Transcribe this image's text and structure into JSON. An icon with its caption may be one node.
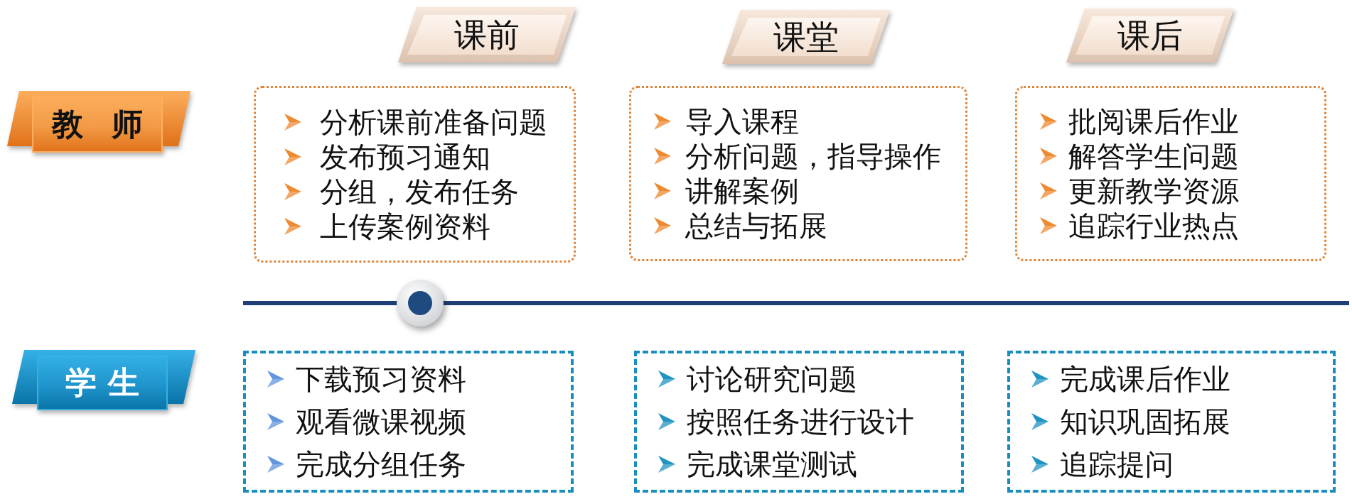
{
  "diagram": {
    "nodes": [
      {
        "text": [
          "课前"
        ]
      },
      {
        "text": [
          "课堂"
        ]
      },
      {
        "text": [
          "课后"
        ]
      },
      {
        "text": [
          "教师"
        ]
      },
      {
        "text": [
          "分析课前准备问题",
          "发布预习通知",
          "分组，发布任务",
          "上传案例资料"
        ]
      },
      {
        "text": [
          "导入课程",
          "分析问题，指导操作",
          "讲解案例",
          "总结与拓展"
        ]
      },
      {
        "text": [
          "批阅课后作业",
          "解答学生问题",
          "更新教学资源",
          "追踪行业热点"
        ]
      },
      {
        "text": [
          "学生"
        ]
      },
      {
        "text": [
          "下载预习资料",
          "观看微课视频",
          "完成分组任务"
        ]
      },
      {
        "text": [
          "讨论研究问题",
          "按照任务进行设计",
          "完成课堂测试"
        ]
      },
      {
        "text": [
          "完成课后作业",
          "知识巩固拓展",
          "追踪提问"
        ]
      }
    ]
  }
}
